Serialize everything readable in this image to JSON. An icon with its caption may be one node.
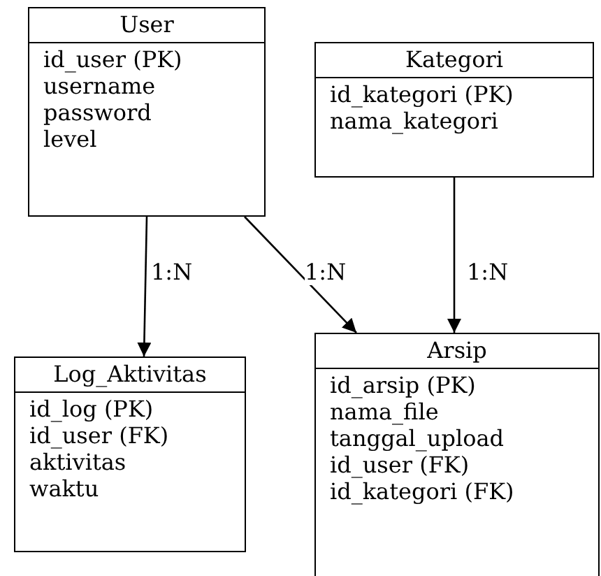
{
  "diagram": {
    "nodes": [
      {
        "text": [
          "User",
          "id_user (PK)",
          "username",
          "password",
          "level"
        ]
      },
      {
        "text": [
          "Kategori",
          "id_kategori (PK)",
          "nama_kategori"
        ]
      },
      {
        "text": [
          "Log_Aktivitas",
          "id_log (PK)",
          "id_user (FK)",
          "aktivitas",
          "waktu"
        ]
      },
      {
        "text": [
          "Arsip",
          "id_arsip (PK)",
          "nama_file",
          "tanggal_upload",
          "id_user (FK)",
          "id_kategori (FK)"
        ]
      }
    ],
    "edges": [
      {
        "from": 0,
        "to": 2,
        "arrow": "to",
        "label": "1:N"
      },
      {
        "from": 0,
        "to": 3,
        "arrow": "to",
        "label": "1:N"
      },
      {
        "from": 1,
        "to": 3,
        "arrow": "to",
        "label": "1:N"
      }
    ]
  }
}
